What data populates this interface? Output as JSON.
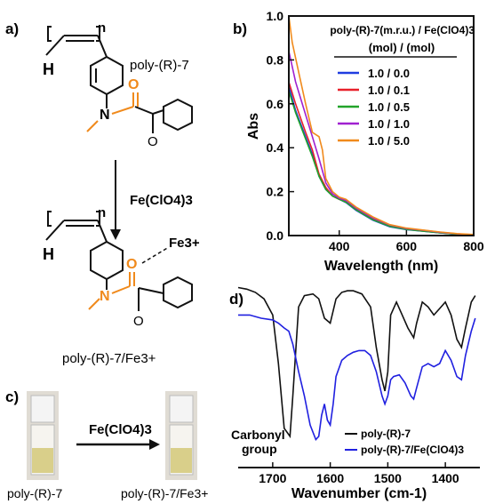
{
  "panels": {
    "a": {
      "label": "a)",
      "polymer_label": "poly-(R)-7",
      "reagent": "Fe(ClO4)3",
      "complex_label": "poly-(R)-7/Fe3+",
      "iron_label": "Fe3+",
      "atoms": {
        "H": "H",
        "n": "n",
        "N": "N",
        "O": "O"
      }
    },
    "c": {
      "label": "c)",
      "reagent": "Fe(ClO4)3",
      "left_caption": "poly-(R)-7",
      "right_caption": "poly-(R)-7/Fe3+"
    }
  },
  "chart_data": [
    {
      "panel_label": "b)",
      "type": "line",
      "xlabel": "Wavelength (nm)",
      "ylabel": "Abs",
      "xlim": [
        250,
        800
      ],
      "ylim": [
        0.0,
        1.0
      ],
      "xticks": [
        400,
        600,
        800
      ],
      "yticks": [
        0.0,
        0.2,
        0.4,
        0.6,
        0.8,
        1.0
      ],
      "grid": false,
      "legend_placement": "top-right",
      "legend_title": "poly-(R)-7(m.r.u.) / Fe(ClO4)3",
      "legend_subtitle": "(mol) / (mol)",
      "series": [
        {
          "name": "1.0 / 0.0",
          "color": "#1f3ce0",
          "x": [
            250,
            270,
            300,
            320,
            340,
            360,
            380,
            400,
            420,
            450,
            500,
            550,
            600,
            650,
            700,
            750,
            800
          ],
          "y": [
            0.68,
            0.57,
            0.45,
            0.37,
            0.27,
            0.21,
            0.18,
            0.165,
            0.15,
            0.115,
            0.07,
            0.04,
            0.027,
            0.02,
            0.012,
            0.006,
            0.003
          ]
        },
        {
          "name": "1.0 / 0.1",
          "color": "#e8202a",
          "x": [
            250,
            270,
            300,
            320,
            340,
            360,
            380,
            400,
            420,
            450,
            500,
            550,
            600,
            650,
            700,
            750,
            800
          ],
          "y": [
            0.7,
            0.6,
            0.47,
            0.39,
            0.28,
            0.22,
            0.18,
            0.165,
            0.155,
            0.12,
            0.075,
            0.045,
            0.03,
            0.022,
            0.013,
            0.007,
            0.003
          ]
        },
        {
          "name": "1.0 / 0.5",
          "color": "#22a32a",
          "x": [
            250,
            270,
            300,
            320,
            340,
            360,
            380,
            400,
            420,
            450,
            500,
            550,
            600,
            650,
            700,
            750,
            800
          ],
          "y": [
            0.66,
            0.56,
            0.44,
            0.36,
            0.27,
            0.21,
            0.18,
            0.165,
            0.152,
            0.118,
            0.072,
            0.042,
            0.028,
            0.02,
            0.012,
            0.006,
            0.003
          ]
        },
        {
          "name": "1.0 / 1.0",
          "color": "#a020d0",
          "x": [
            250,
            270,
            300,
            320,
            340,
            360,
            380,
            400,
            420,
            450,
            500,
            550,
            600,
            650,
            700,
            750,
            800
          ],
          "y": [
            0.84,
            0.7,
            0.55,
            0.45,
            0.35,
            0.24,
            0.19,
            0.17,
            0.16,
            0.125,
            0.08,
            0.048,
            0.032,
            0.024,
            0.015,
            0.008,
            0.004
          ]
        },
        {
          "name": "1.0 / 5.0",
          "color": "#f08a1c",
          "x": [
            250,
            260,
            280,
            300,
            320,
            340,
            350,
            360,
            380,
            400,
            420,
            450,
            500,
            550,
            600,
            650,
            700,
            750,
            800
          ],
          "y": [
            1.0,
            0.88,
            0.74,
            0.6,
            0.47,
            0.45,
            0.39,
            0.26,
            0.2,
            0.175,
            0.165,
            0.13,
            0.085,
            0.05,
            0.034,
            0.025,
            0.016,
            0.009,
            0.005
          ]
        }
      ]
    },
    {
      "panel_label": "d)",
      "type": "line",
      "xlabel": "Wavenumber (cm-1)",
      "ylabel": "",
      "xlim": [
        1760,
        1340
      ],
      "ylim": [
        0,
        100
      ],
      "xticks": [
        1700,
        1600,
        1500,
        1400
      ],
      "grid": false,
      "legend_placement": "bottom-right",
      "annotation": "Carbonyl group",
      "annotation_lines": [
        "Carbonyl",
        "group"
      ],
      "series": [
        {
          "name": "poly-(R)-7",
          "color": "#111111",
          "x": [
            1760,
            1745,
            1730,
            1715,
            1700,
            1690,
            1680,
            1670,
            1665,
            1655,
            1645,
            1630,
            1620,
            1610,
            1600,
            1590,
            1580,
            1570,
            1560,
            1545,
            1530,
            1520,
            1510,
            1505,
            1500,
            1495,
            1485,
            1475,
            1465,
            1455,
            1450,
            1440,
            1430,
            1420,
            1410,
            1400,
            1390,
            1380,
            1372,
            1365,
            1355,
            1348
          ],
          "y": [
            97,
            96,
            94,
            90,
            80,
            50,
            10,
            5,
            30,
            85,
            92,
            93,
            90,
            78,
            75,
            90,
            94,
            95,
            95,
            93,
            85,
            60,
            40,
            33,
            45,
            80,
            88,
            80,
            72,
            66,
            75,
            88,
            85,
            80,
            84,
            88,
            80,
            65,
            60,
            72,
            88,
            92
          ]
        },
        {
          "name": "poly-(R)-7/Fe(ClO4)3",
          "color": "#2020e0",
          "x": [
            1760,
            1740,
            1720,
            1700,
            1690,
            1680,
            1672,
            1665,
            1655,
            1645,
            1635,
            1625,
            1620,
            1615,
            1610,
            1605,
            1600,
            1595,
            1590,
            1580,
            1570,
            1560,
            1550,
            1540,
            1530,
            1520,
            1510,
            1505,
            1500,
            1495,
            1490,
            1480,
            1470,
            1460,
            1455,
            1450,
            1440,
            1430,
            1420,
            1410,
            1400,
            1390,
            1380,
            1372,
            1365,
            1355,
            1348
          ],
          "y": [
            80,
            80,
            78,
            77,
            75,
            72,
            70,
            62,
            45,
            30,
            12,
            3,
            5,
            18,
            25,
            15,
            12,
            25,
            42,
            52,
            55,
            57,
            58,
            58,
            55,
            45,
            30,
            25,
            30,
            40,
            42,
            43,
            38,
            30,
            28,
            35,
            48,
            50,
            48,
            50,
            58,
            52,
            42,
            40,
            55,
            70,
            78
          ]
        }
      ]
    }
  ]
}
